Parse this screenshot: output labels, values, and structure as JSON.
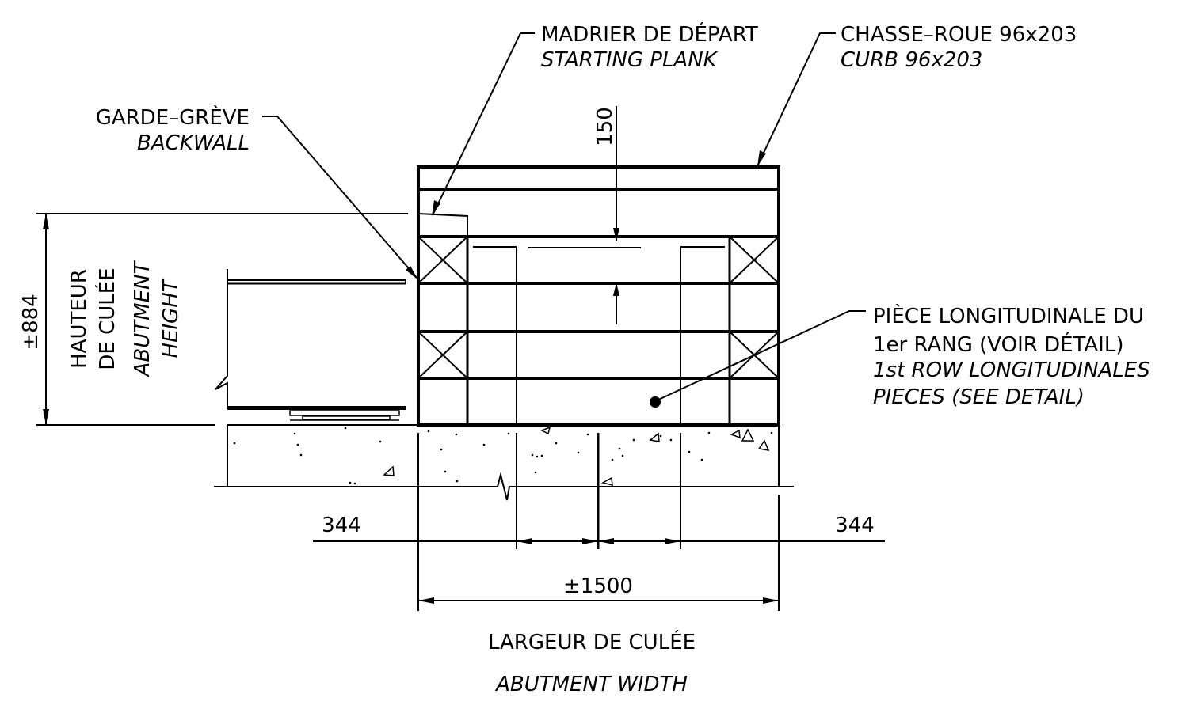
{
  "labels": {
    "starting_plank_fr": "MADRIER DE DÉPART",
    "starting_plank_en": "STARTING PLANK",
    "curb_fr": "CHASSE–ROUE 96x203",
    "curb_en": "CURB 96x203",
    "backwall_fr": "GARDE–GRÈVE",
    "backwall_en": "BACKWALL",
    "longitudinal_fr_1": "PIÈCE LONGITUDINALE DU",
    "longitudinal_fr_2": "1er RANG (VOIR DÉTAIL)",
    "longitudinal_en_1": "1st ROW LONGITUDINALES",
    "longitudinal_en_2": "PIECES (SEE DETAIL)",
    "height_fr_1": "HAUTEUR",
    "height_fr_2": "DE CULÉE",
    "height_en_1": "ABUTMENT",
    "height_en_2": "HEIGHT",
    "width_fr": "LARGEUR DE CULÉE",
    "width_en": "ABUTMENT WIDTH"
  },
  "dimensions": {
    "height": "±884",
    "width": "±1500",
    "left_spacing": "344",
    "right_spacing": "344",
    "top_plank": "150"
  }
}
